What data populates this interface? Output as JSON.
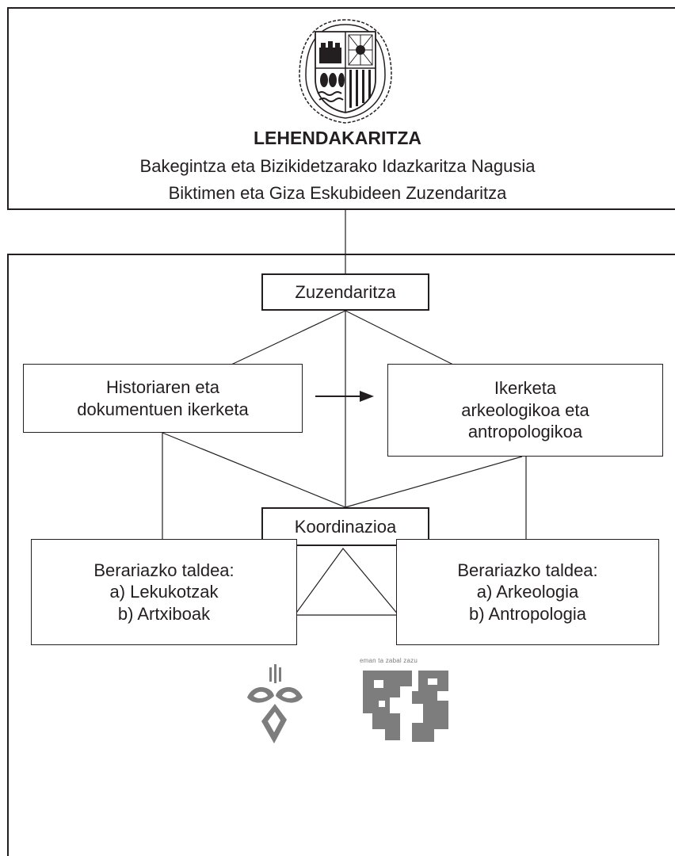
{
  "header": {
    "title": "LEHENDAKARITZA",
    "line1": "Bakegintza eta Bizikidetzarako Idazkaritza Nagusia",
    "line2": "Biktimen eta Giza Eskubideen Zuzendaritza"
  },
  "nodes": {
    "zuzendaritza": "Zuzendaritza",
    "historia": [
      "Historiaren eta",
      "dokumentuen ikerketa"
    ],
    "ikerketa": [
      "Ikerketa",
      "arkeologikoa eta",
      "antropologikoa"
    ],
    "koordinazioa": "Koordinazioa",
    "taldea_left": [
      "Berariazko taldea:",
      "a) Lekukotzak",
      "b) Artxiboak"
    ],
    "taldea_right": [
      "Berariazko taldea:",
      "a) Arkeologia",
      "b) Antropologia"
    ]
  },
  "logos": {
    "upv_motto": "eman ta zabal zazu"
  },
  "colors": {
    "line": "#231f20",
    "logo_gray": "#7d7d7d"
  }
}
